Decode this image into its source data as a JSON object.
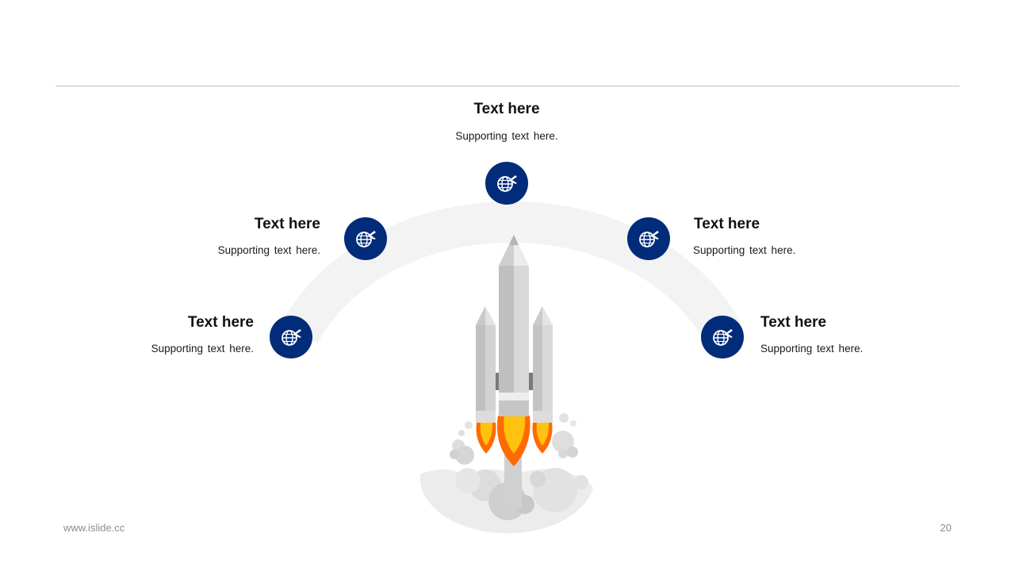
{
  "items": [
    {
      "title": "Text here",
      "subtitle": "Supporting text here."
    },
    {
      "title": "Text here",
      "subtitle": "Supporting text here."
    },
    {
      "title": "Text here",
      "subtitle": "Supporting text here."
    },
    {
      "title": "Text here",
      "subtitle": "Supporting text here."
    },
    {
      "title": "Text here",
      "subtitle": "Supporting text here."
    }
  ],
  "footer": {
    "website": "www.islide.cc",
    "page_number": "20"
  },
  "colors": {
    "accent": "#002c7a",
    "arc": "#f2f2f2",
    "flame_outer": "#ff6a00",
    "flame_inner": "#ffc20e"
  },
  "icon": "globe-airplane-icon",
  "illustration": "rocket-launch-illustration"
}
